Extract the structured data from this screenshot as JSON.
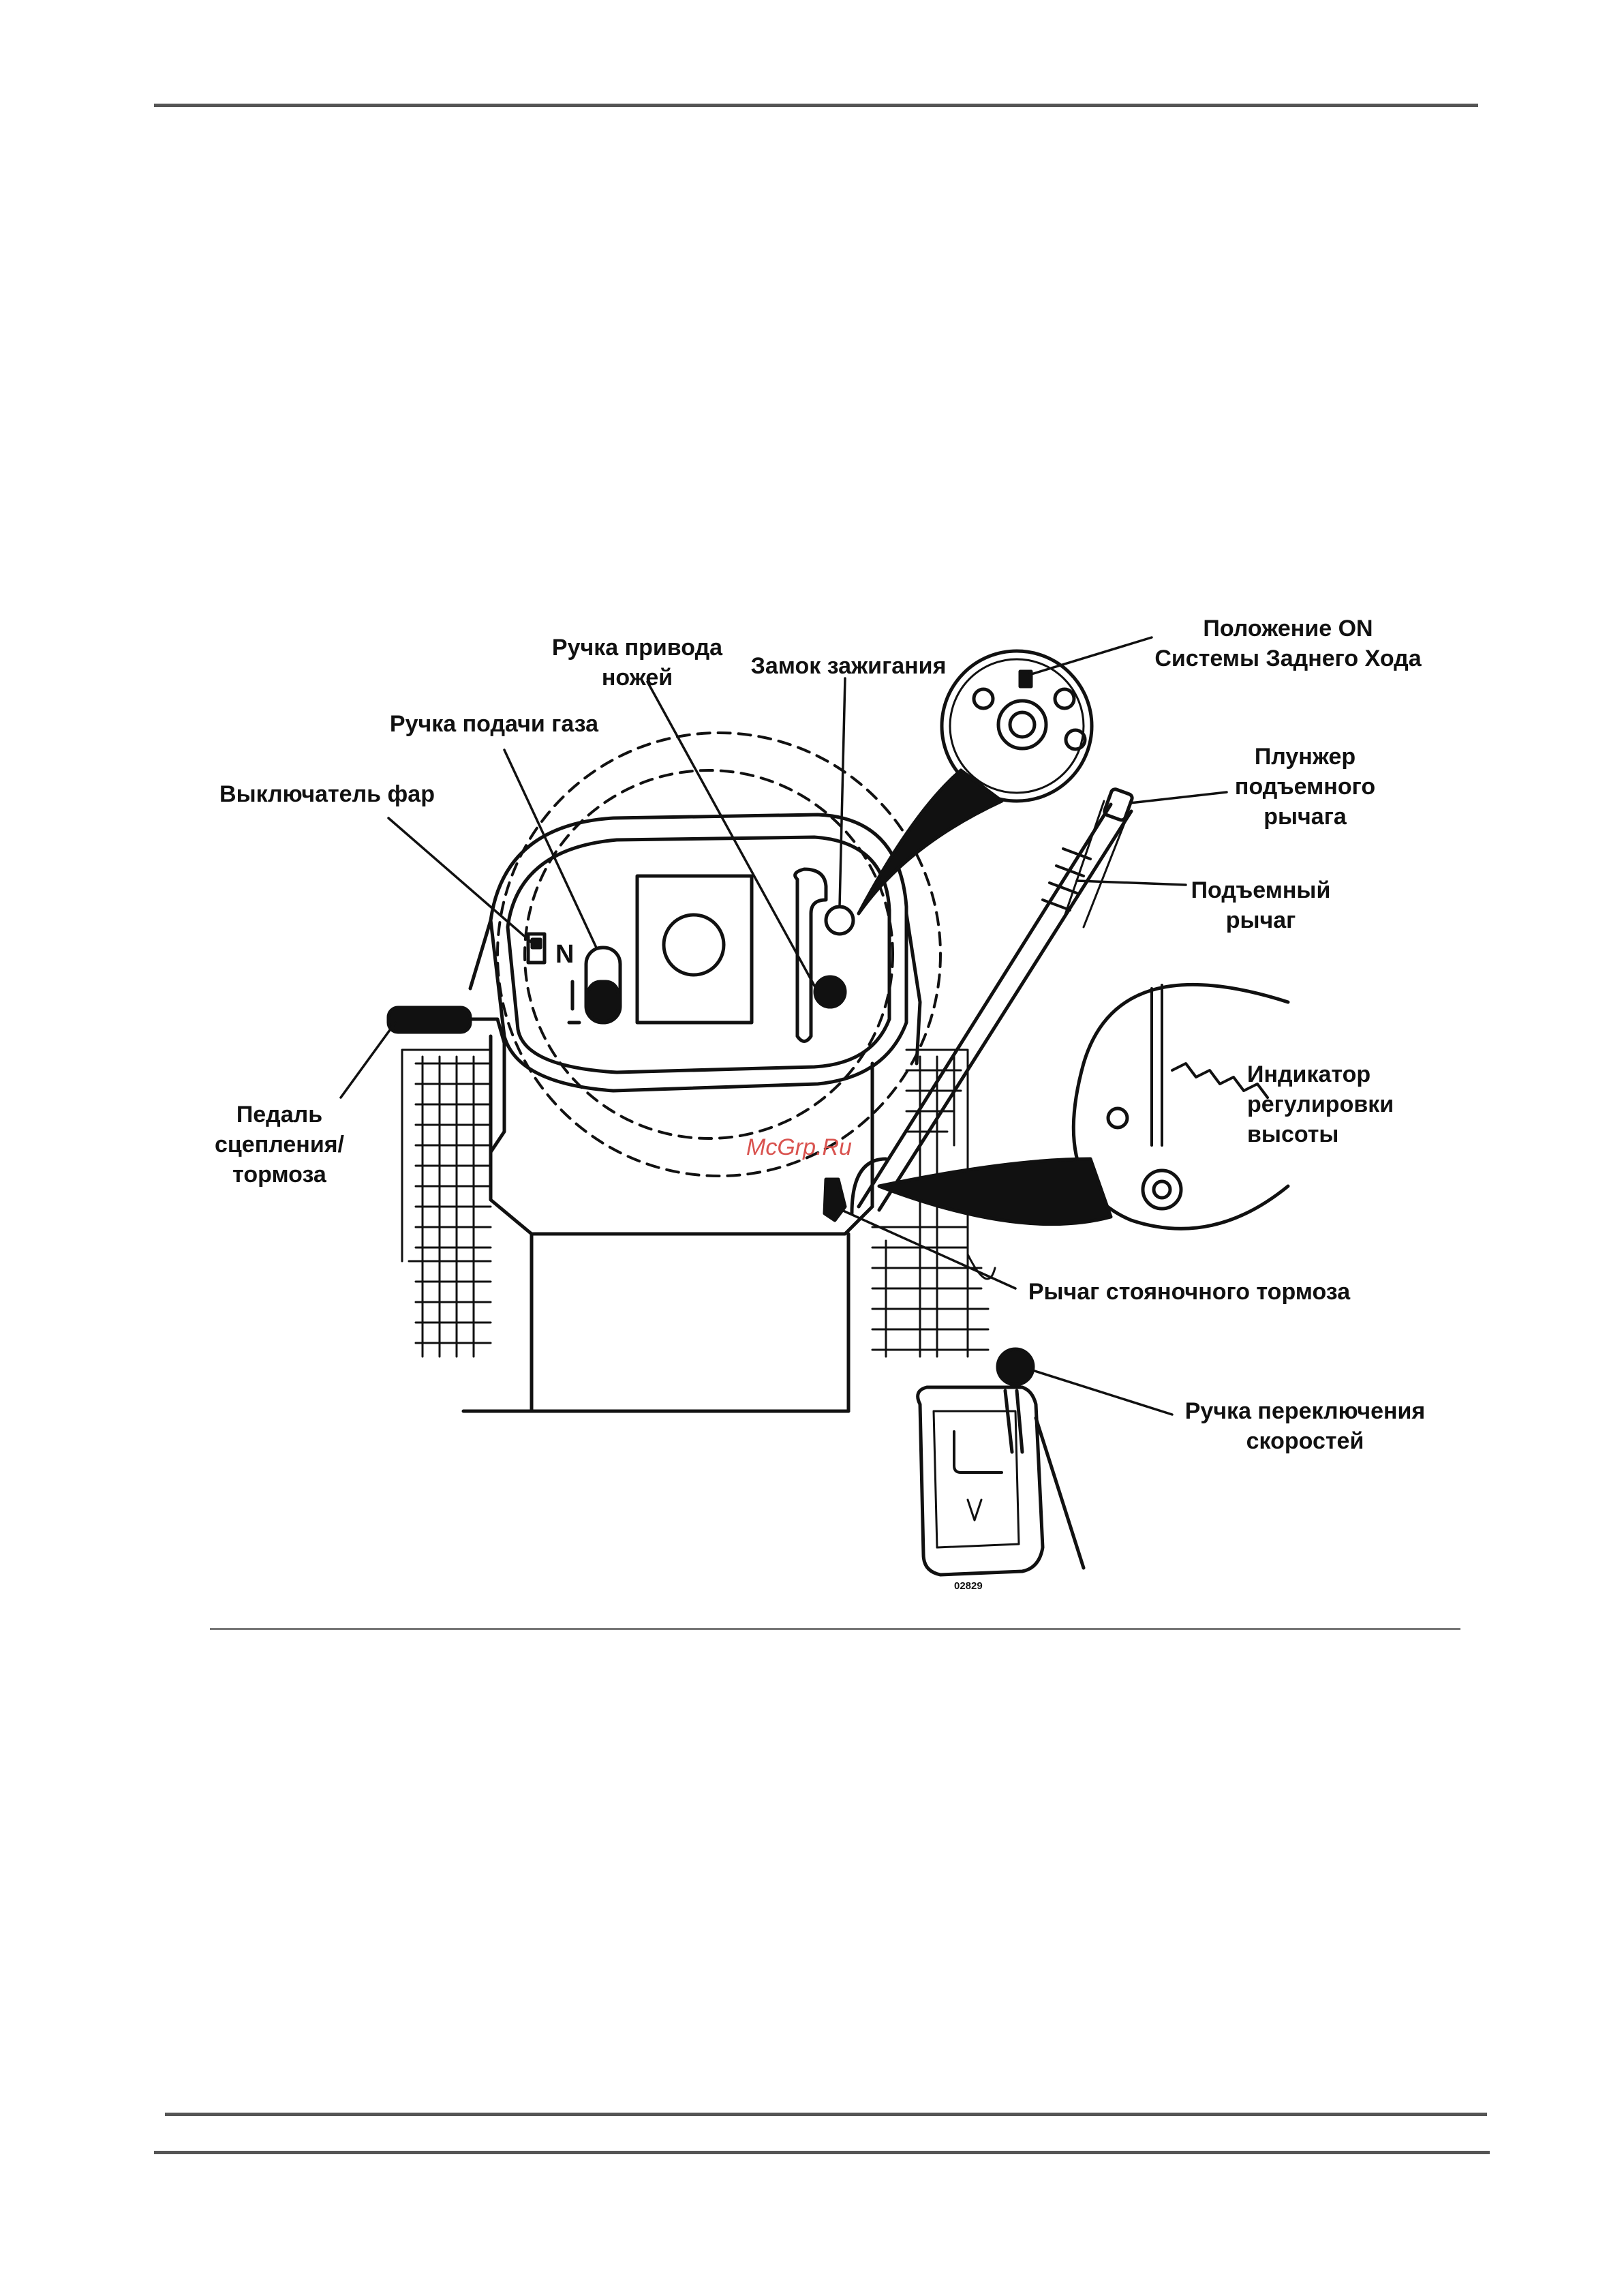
{
  "labels": {
    "blade_knob": [
      "Ручка привода",
      "ножей"
    ],
    "ignition": "Замок зажигания",
    "reverse_on": [
      "Положение ON",
      "Системы Заднего Хода"
    ],
    "throttle": "Ручка подачи газа",
    "headlight": "Выключатель фар",
    "lift_plunger": [
      "Плунжер",
      "подъемного",
      "рычага"
    ],
    "lift_lever": [
      "Подъемный",
      "рычаг"
    ],
    "height_indicator": [
      "Индикатор",
      "регулировки",
      "высоты"
    ],
    "clutch_pedal": [
      "Педаль",
      "сцепления/",
      "тормоза"
    ],
    "parking_brake": "Рычаг стояночного тормоза",
    "gear_knob": [
      "Ручка переключения",
      "скоростей"
    ]
  },
  "panel_symbol": "N",
  "watermark": "McGrp.Ru",
  "figure_code": "02829",
  "colors": {
    "ink": "#111111",
    "rule": "#555555",
    "watermark": "#d9534f"
  }
}
